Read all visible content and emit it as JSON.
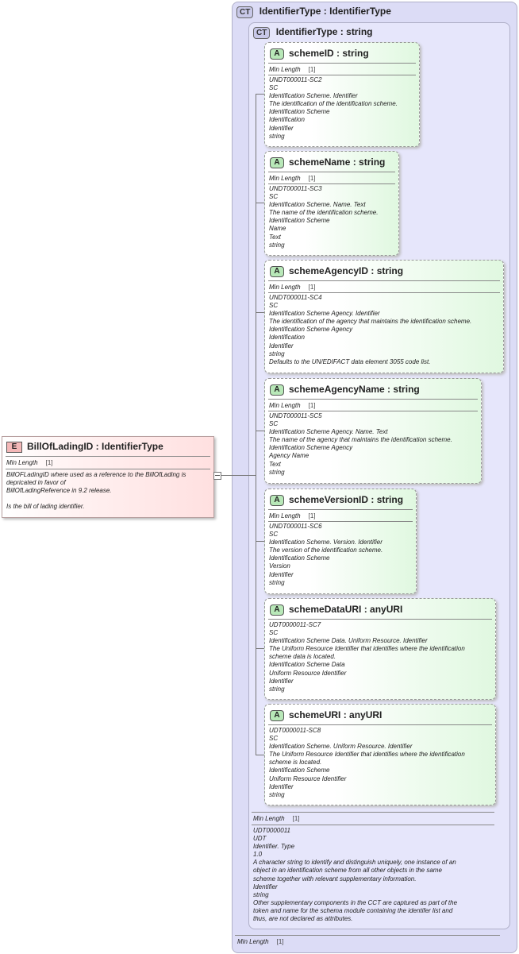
{
  "element": {
    "badge": "E",
    "title": "BillOfLadingID : IdentifierType",
    "min_length_label": "Min Length",
    "min_length_value": "[1]",
    "description": "BillOFLadingID where used as a reference to the BillOfLading is\ndepricated in favor of\nBillOfLadingReference in 9.2 release.\n\nIs the bill of lading identifier."
  },
  "outer_type": {
    "badge": "CT",
    "title": "IdentifierType : IdentifierType",
    "min_length_label": "Min Length",
    "min_length_value": "[1]"
  },
  "inner_type": {
    "badge": "CT",
    "title": "IdentifierType : string",
    "min_length_label": "Min Length",
    "min_length_value": "[1]",
    "description": "UDT0000011\nUDT\nIdentifier. Type\n1.0\nA character string to identify and distinguish uniquely, one instance of an\nobject in an identification scheme from all other objects in the same\nscheme together with relevant supplementary information.\nIdentifier\nstring\nOther supplementary components in the CCT are captured as part of the\ntoken and name for the schema module containing the identifer list and\nthus, are not declared as attributes."
  },
  "attributes": [
    {
      "badge": "A",
      "title": "schemeID : string",
      "min_length_label": "Min Length",
      "min_length_value": "[1]",
      "description": "UNDT000011-SC2\nSC\nIdentification Scheme. Identifier\nThe identification of the identification scheme.\nIdentification Scheme\nIdentification\nIdentifier\nstring"
    },
    {
      "badge": "A",
      "title": "schemeName : string",
      "min_length_label": "Min Length",
      "min_length_value": "[1]",
      "description": "UNDT000011-SC3\nSC\nIdentification Scheme. Name. Text\nThe name of the identification scheme.\nIdentification Scheme\nName\nText\nstring"
    },
    {
      "badge": "A",
      "title": "schemeAgencyID : string",
      "min_length_label": "Min Length",
      "min_length_value": "[1]",
      "description": "UNDT000011-SC4\nSC\nIdentification Scheme Agency. Identifier\nThe identification of the agency that maintains the identification scheme.\nIdentification Scheme Agency\nIdentification\nIdentifier\nstring\nDefaults to the UN/EDIFACT data element 3055 code list."
    },
    {
      "badge": "A",
      "title": "schemeAgencyName : string",
      "min_length_label": "Min Length",
      "min_length_value": "[1]",
      "description": "UNDT000011-SC5\nSC\nIdentification Scheme Agency. Name. Text\nThe name of the agency that maintains the identification scheme.\nIdentification Scheme Agency\nAgency Name\nText\nstring"
    },
    {
      "badge": "A",
      "title": "schemeVersionID : string",
      "min_length_label": "Min Length",
      "min_length_value": "[1]",
      "description": "UNDT000011-SC6\nSC\nIdentification Scheme. Version. Identifier\nThe version of the identification scheme.\nIdentification Scheme\nVersion\nIdentifier\nstring"
    },
    {
      "badge": "A",
      "title": "schemeDataURI : anyURI",
      "description": "UDT0000011-SC7\nSC\nIdentification Scheme Data. Uniform Resource. Identifier\nThe Uniform Resource Identifier that identifies where the identification\nscheme data is located.\nIdentification Scheme Data\nUniform Resource Identifier\nIdentifier\nstring"
    },
    {
      "badge": "A",
      "title": "schemeURI : anyURI",
      "description": "UDT0000011-SC8\nSC\nIdentification Scheme. Uniform Resource. Identifier\nThe Uniform Resource Identifier that identifies where the identification\nscheme is located.\nIdentification Scheme\nUniform Resource Identifier\nIdentifier\nstring"
    }
  ]
}
